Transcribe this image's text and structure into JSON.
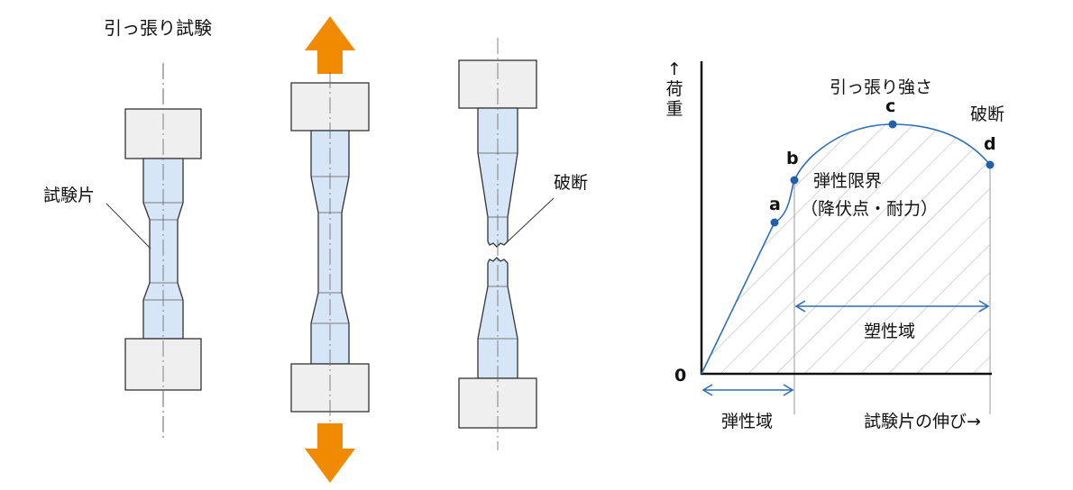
{
  "left_diagram": {
    "title": "引っ張り試験",
    "specimen_label": "試験片",
    "fracture_label": "破断"
  },
  "graph": {
    "y_axis_label": "↑荷重",
    "x_axis_label": "試験片の伸び→",
    "origin_label": "0",
    "tensile_strength_label": "引っ張り強さ",
    "fracture_label": "破断",
    "elastic_limit_label": "弾性限界",
    "elastic_limit_note": "（降伏点・耐力）",
    "plastic_region_label": "塑性域",
    "elastic_region_label": "弾性域",
    "points": [
      "a",
      "b",
      "c",
      "d"
    ]
  },
  "colors": {
    "specimen_fill": "#d6e6f7",
    "grip_fill": "#efefef",
    "arrow": "#f08a00",
    "curve": "#2f6fb0",
    "point": "#2060a8"
  }
}
